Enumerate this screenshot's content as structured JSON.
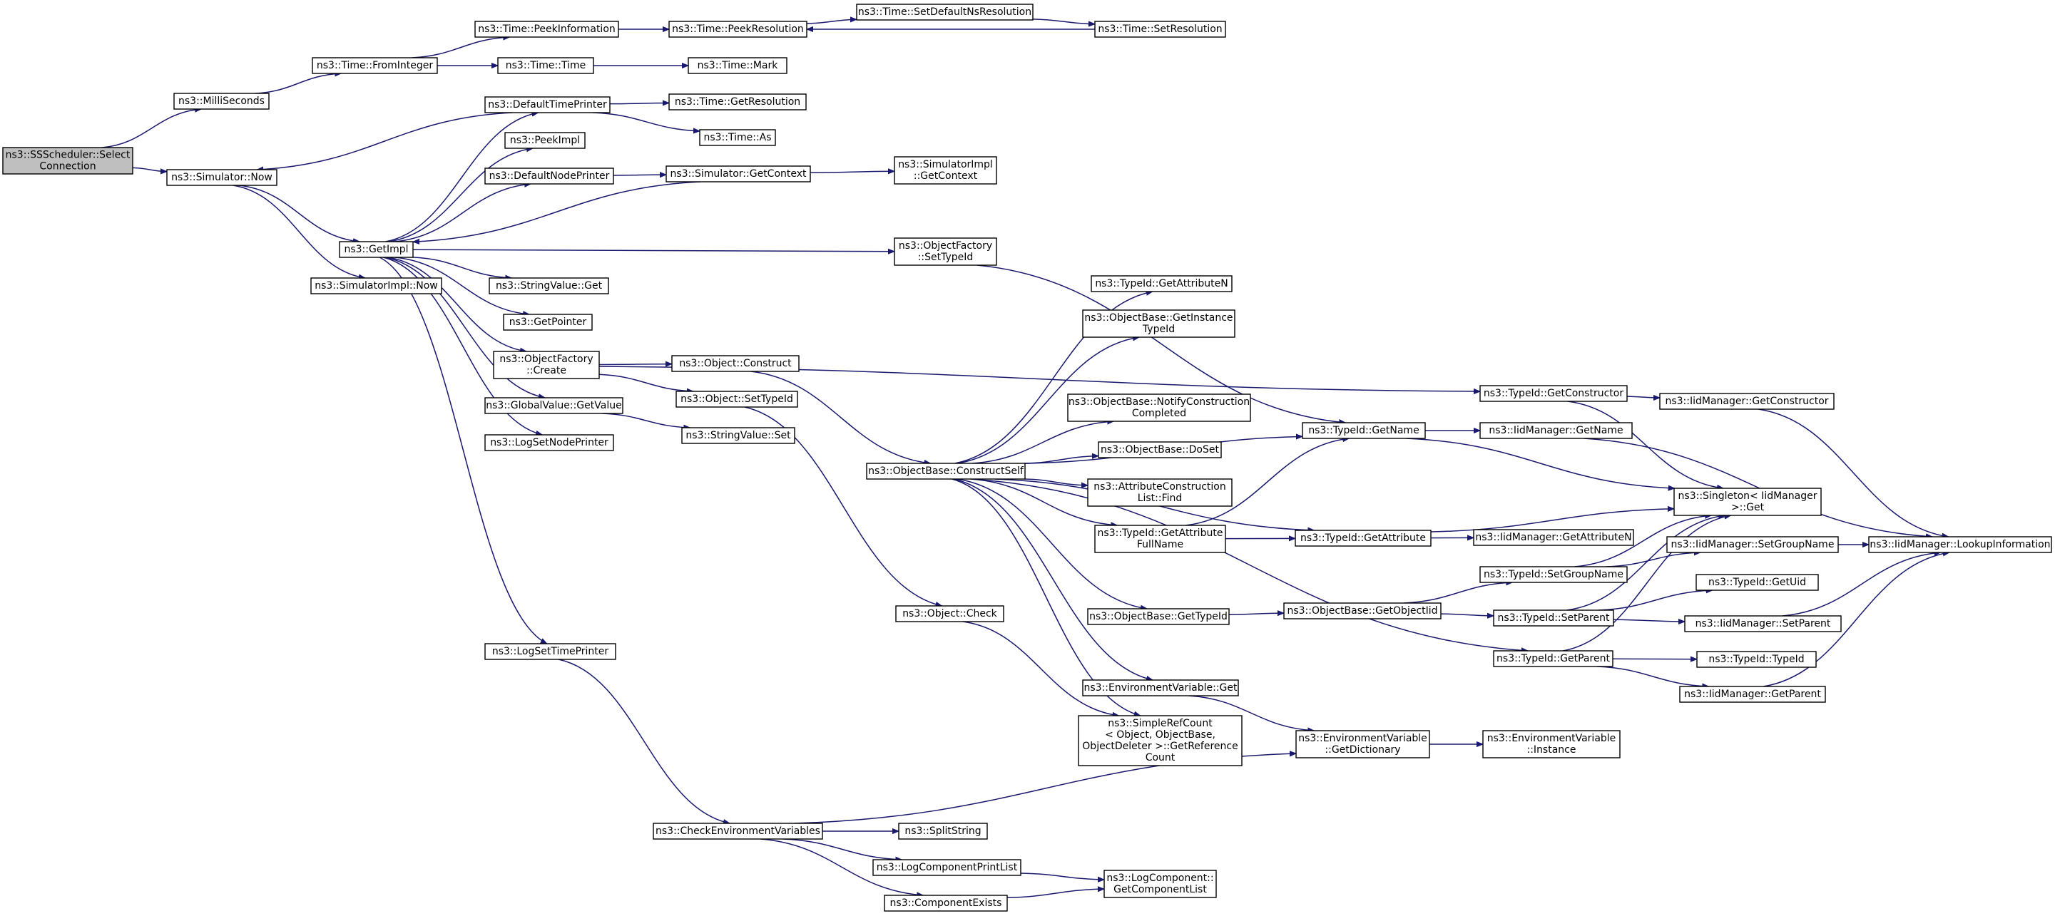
{
  "diagram": {
    "colors": {
      "edge": "#191970",
      "root_fill": "#bfbfbf",
      "node_fill": "#ffffff",
      "node_border": "#000000"
    },
    "nodes": [
      {
        "id": "root",
        "label": [
          "ns3::SSScheduler::Select",
          "Connection"
        ],
        "root": true
      },
      {
        "id": "milli",
        "label": [
          "ns3::MilliSeconds"
        ]
      },
      {
        "id": "fromint",
        "label": [
          "ns3::Time::FromInteger"
        ]
      },
      {
        "id": "peekinfo",
        "label": [
          "ns3::Time::PeekInformation"
        ]
      },
      {
        "id": "peekres",
        "label": [
          "ns3::Time::PeekResolution"
        ]
      },
      {
        "id": "setdefns",
        "label": [
          "ns3::Time::SetDefaultNsResolution"
        ]
      },
      {
        "id": "setres",
        "label": [
          "ns3::Time::SetResolution"
        ]
      },
      {
        "id": "timetime",
        "label": [
          "ns3::Time::Time"
        ]
      },
      {
        "id": "mark",
        "label": [
          "ns3::Time::Mark"
        ]
      },
      {
        "id": "simnow",
        "label": [
          "ns3::Simulator::Now"
        ]
      },
      {
        "id": "deftime",
        "label": [
          "ns3::DefaultTimePrinter"
        ]
      },
      {
        "id": "getres",
        "label": [
          "ns3::Time::GetResolution"
        ]
      },
      {
        "id": "timeas",
        "label": [
          "ns3::Time::As"
        ]
      },
      {
        "id": "peekimpl",
        "label": [
          "ns3::PeekImpl"
        ]
      },
      {
        "id": "defnode",
        "label": [
          "ns3::DefaultNodePrinter"
        ]
      },
      {
        "id": "simgetctx",
        "label": [
          "ns3::Simulator::GetContext"
        ]
      },
      {
        "id": "simimplctx",
        "label": [
          "ns3::SimulatorImpl",
          "::GetContext"
        ]
      },
      {
        "id": "getimpl",
        "label": [
          "ns3::GetImpl"
        ]
      },
      {
        "id": "simimplnow",
        "label": [
          "ns3::SimulatorImpl::Now"
        ]
      },
      {
        "id": "ofsettid",
        "label": [
          "ns3::ObjectFactory",
          "::SetTypeId"
        ]
      },
      {
        "id": "strget",
        "label": [
          "ns3::StringValue::Get"
        ]
      },
      {
        "id": "getptr",
        "label": [
          "ns3::GetPointer"
        ]
      },
      {
        "id": "ofcreate",
        "label": [
          "ns3::ObjectFactory",
          "::Create"
        ]
      },
      {
        "id": "objconstruct",
        "label": [
          "ns3::Object::Construct"
        ]
      },
      {
        "id": "objsettid",
        "label": [
          "ns3::Object::SetTypeId"
        ]
      },
      {
        "id": "gvget",
        "label": [
          "ns3::GlobalValue::GetValue"
        ]
      },
      {
        "id": "strset",
        "label": [
          "ns3::StringValue::Set"
        ]
      },
      {
        "id": "logsetnode",
        "label": [
          "ns3::LogSetNodePrinter"
        ]
      },
      {
        "id": "getattrn",
        "label": [
          "ns3::TypeId::GetAttributeN"
        ]
      },
      {
        "id": "obgetinst",
        "label": [
          "ns3::ObjectBase::GetInstance",
          "TypeId"
        ]
      },
      {
        "id": "obnotify",
        "label": [
          "ns3::ObjectBase::NotifyConstruction",
          "Completed"
        ]
      },
      {
        "id": "obconstructself",
        "label": [
          "ns3::ObjectBase::ConstructSelf"
        ]
      },
      {
        "id": "obdoset",
        "label": [
          "ns3::ObjectBase::DoSet"
        ]
      },
      {
        "id": "attrfind",
        "label": [
          "ns3::AttributeConstruction",
          "List::Find"
        ]
      },
      {
        "id": "getattrfull",
        "label": [
          "ns3::TypeId::GetAttribute",
          "FullName"
        ]
      },
      {
        "id": "getname",
        "label": [
          "ns3::TypeId::GetName"
        ]
      },
      {
        "id": "getattr",
        "label": [
          "ns3::TypeId::GetAttribute"
        ]
      },
      {
        "id": "getctor",
        "label": [
          "ns3::TypeId::GetConstructor"
        ]
      },
      {
        "id": "iidgetctor",
        "label": [
          "ns3::IidManager::GetConstructor"
        ]
      },
      {
        "id": "iidgetname",
        "label": [
          "ns3::IidManager::GetName"
        ]
      },
      {
        "id": "singleton",
        "label": [
          "ns3::Singleton< IidManager",
          " >::Get"
        ]
      },
      {
        "id": "iidgetattrn",
        "label": [
          "ns3::IidManager::GetAttributeN"
        ]
      },
      {
        "id": "iidsetgroup",
        "label": [
          "ns3::IidManager::SetGroupName"
        ]
      },
      {
        "id": "lookup",
        "label": [
          "ns3::IidManager::LookupInformation"
        ]
      },
      {
        "id": "setgroup",
        "label": [
          "ns3::TypeId::SetGroupName"
        ]
      },
      {
        "id": "getuid",
        "label": [
          "ns3::TypeId::GetUid"
        ]
      },
      {
        "id": "setparent",
        "label": [
          "ns3::TypeId::SetParent"
        ]
      },
      {
        "id": "iidsetparent",
        "label": [
          "ns3::IidManager::SetParent"
        ]
      },
      {
        "id": "obgettid",
        "label": [
          "ns3::ObjectBase::GetTypeId"
        ]
      },
      {
        "id": "obgetoiid",
        "label": [
          "ns3::ObjectBase::GetObjectIid"
        ]
      },
      {
        "id": "objcheck",
        "label": [
          "ns3::Object::Check"
        ]
      },
      {
        "id": "getparent",
        "label": [
          "ns3::TypeId::GetParent"
        ]
      },
      {
        "id": "typeid",
        "label": [
          "ns3::TypeId::TypeId"
        ]
      },
      {
        "id": "iidgetparent",
        "label": [
          "ns3::IidManager::GetParent"
        ]
      },
      {
        "id": "logsettime",
        "label": [
          "ns3::LogSetTimePrinter"
        ]
      },
      {
        "id": "envget",
        "label": [
          "ns3::EnvironmentVariable::Get"
        ]
      },
      {
        "id": "simplerefcount",
        "label": [
          "ns3::SimpleRefCount",
          "< Object, ObjectBase,",
          " ObjectDeleter >::GetReference",
          "Count"
        ]
      },
      {
        "id": "envgetdict",
        "label": [
          "ns3::EnvironmentVariable",
          "::GetDictionary"
        ]
      },
      {
        "id": "envinstance",
        "label": [
          "ns3::EnvironmentVariable",
          "::Instance"
        ]
      },
      {
        "id": "checkenv",
        "label": [
          "ns3::CheckEnvironmentVariables"
        ]
      },
      {
        "id": "splitstring",
        "label": [
          "ns3::SplitString"
        ]
      },
      {
        "id": "logcompprint",
        "label": [
          "ns3::LogComponentPrintList"
        ]
      },
      {
        "id": "logcomplist",
        "label": [
          "ns3::LogComponent::",
          "GetComponentList"
        ]
      },
      {
        "id": "compexists",
        "label": [
          "ns3::ComponentExists"
        ]
      }
    ],
    "edges": [
      [
        "root",
        "milli"
      ],
      [
        "root",
        "simnow"
      ],
      [
        "milli",
        "fromint"
      ],
      [
        "fromint",
        "peekinfo"
      ],
      [
        "fromint",
        "timetime"
      ],
      [
        "peekinfo",
        "peekres"
      ],
      [
        "peekres",
        "setdefns"
      ],
      [
        "setdefns",
        "setres"
      ],
      [
        "setres",
        "peekres"
      ],
      [
        "timetime",
        "mark"
      ],
      [
        "simnow",
        "getimpl"
      ],
      [
        "simnow",
        "simimplnow"
      ],
      [
        "deftime",
        "getres"
      ],
      [
        "deftime",
        "timeas"
      ],
      [
        "deftime",
        "simnow"
      ],
      [
        "defnode",
        "simgetctx"
      ],
      [
        "simgetctx",
        "simimplctx"
      ],
      [
        "simgetctx",
        "getimpl"
      ],
      [
        "getimpl",
        "deftime"
      ],
      [
        "getimpl",
        "peekimpl"
      ],
      [
        "getimpl",
        "defnode"
      ],
      [
        "getimpl",
        "ofsettid"
      ],
      [
        "getimpl",
        "strget"
      ],
      [
        "getimpl",
        "getptr"
      ],
      [
        "getimpl",
        "ofcreate"
      ],
      [
        "getimpl",
        "gvget"
      ],
      [
        "getimpl",
        "logsetnode"
      ],
      [
        "getimpl",
        "logsettime"
      ],
      [
        "ofsettid",
        "getname"
      ],
      [
        "ofcreate",
        "getctor"
      ],
      [
        "ofcreate",
        "objconstruct"
      ],
      [
        "ofcreate",
        "objsettid"
      ],
      [
        "objconstruct",
        "obconstructself"
      ],
      [
        "objsettid",
        "objcheck"
      ],
      [
        "gvget",
        "strset"
      ],
      [
        "obconstructself",
        "getattrn"
      ],
      [
        "obconstructself",
        "obgetinst"
      ],
      [
        "obconstructself",
        "getname"
      ],
      [
        "obconstructself",
        "obnotify"
      ],
      [
        "obconstructself",
        "obdoset"
      ],
      [
        "obconstructself",
        "attrfind"
      ],
      [
        "obconstructself",
        "getattrfull"
      ],
      [
        "obconstructself",
        "getattr"
      ],
      [
        "obconstructself",
        "obgettid"
      ],
      [
        "obconstructself",
        "getparent"
      ],
      [
        "obconstructself",
        "envget"
      ],
      [
        "obconstructself",
        "simplerefcount"
      ],
      [
        "getattrfull",
        "getname"
      ],
      [
        "getattrfull",
        "getattr"
      ],
      [
        "getname",
        "iidgetname"
      ],
      [
        "getname",
        "singleton"
      ],
      [
        "getattr",
        "iidgetattrn"
      ],
      [
        "getattr",
        "singleton"
      ],
      [
        "getctor",
        "iidgetctor"
      ],
      [
        "getctor",
        "singleton"
      ],
      [
        "iidgetctor",
        "lookup"
      ],
      [
        "iidgetname",
        "lookup"
      ],
      [
        "iidsetgroup",
        "lookup"
      ],
      [
        "iidsetparent",
        "lookup"
      ],
      [
        "iidgetparent",
        "lookup"
      ],
      [
        "setgroup",
        "iidsetgroup"
      ],
      [
        "setgroup",
        "singleton"
      ],
      [
        "obgettid",
        "obgetoiid"
      ],
      [
        "obgetoiid",
        "setgroup"
      ],
      [
        "obgetoiid",
        "setparent"
      ],
      [
        "setparent",
        "getuid"
      ],
      [
        "setparent",
        "iidsetparent"
      ],
      [
        "setparent",
        "singleton"
      ],
      [
        "getparent",
        "typeid"
      ],
      [
        "getparent",
        "iidgetparent"
      ],
      [
        "getparent",
        "singleton"
      ],
      [
        "objcheck",
        "simplerefcount"
      ],
      [
        "envget",
        "envgetdict"
      ],
      [
        "envgetdict",
        "envinstance"
      ],
      [
        "logsettime",
        "checkenv"
      ],
      [
        "checkenv",
        "envgetdict"
      ],
      [
        "checkenv",
        "splitstring"
      ],
      [
        "checkenv",
        "logcompprint"
      ],
      [
        "checkenv",
        "compexists"
      ],
      [
        "logcompprint",
        "logcomplist"
      ],
      [
        "compexists",
        "logcomplist"
      ]
    ]
  }
}
